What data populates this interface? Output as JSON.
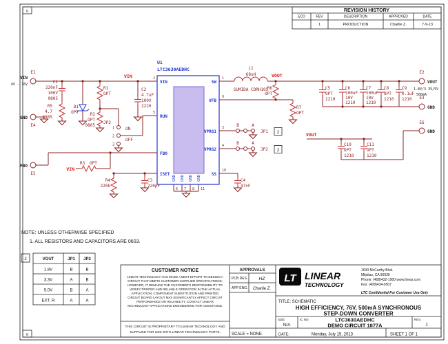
{
  "frame": {
    "zone_tl": "6",
    "zone_bl": "6"
  },
  "revision": {
    "title": "REVISION HISTORY",
    "col_eco": "ECO",
    "col_rev": "REV",
    "col_desc": "DESCRIPTION",
    "col_appr": "APPROVED",
    "col_date": "DATE",
    "row_rev": "1",
    "row_desc": "PRODUCTION",
    "row_appr": "Charlie Z.",
    "row_date": "7-9-13"
  },
  "nets": {
    "vin_top": "VIN",
    "vin_r3": "VIN",
    "vout_rail": "VOUT",
    "vout_c10": "VOUT"
  },
  "connectors": {
    "e1_ref": "E1",
    "e1_name": "VIN",
    "e1_sub": "4V - 76V",
    "e4_ref": "E4",
    "e4_name": "GND",
    "e5_ref": "E5",
    "e5_name": "FBO",
    "e2_ref": "E2",
    "e2_name": "VOUT",
    "e2_sub1": "1.8V/3.3V/5V",
    "e2_sub2": "500mA",
    "e3_ref": "E3",
    "e3_name": "GND",
    "e6_ref": "E6",
    "e6_name": "GND"
  },
  "u1": {
    "ref": "U1",
    "part": "LTC3630AEDHC",
    "pin_vin": "VIN",
    "pin_run": "RUN",
    "pin_fbo": "FBO",
    "pin_iset": "ISET",
    "pin_sw": "SW",
    "pin_vfb": "VFB",
    "pin_vprg1": "VPRG1",
    "pin_vprg2": "VPRG2",
    "pin_ss": "SS",
    "pin_gnd": "GND",
    "num_vin": "2",
    "num_run": "5",
    "num_sw": "1",
    "num_vfb": "9",
    "num_vprg1": "3",
    "num_vprg2": "4",
    "num_ss": "10",
    "num_gnd1": "6",
    "num_gnd2": "7",
    "num_gnd3": "8",
    "num_gnd4": "11"
  },
  "comp": {
    "c1_ref": "C1",
    "c1_val": "220nF",
    "c1_v": "100V",
    "c1_size": "0805",
    "r5_ref": "R5",
    "r5_val": "4.7",
    "r5_size": "0805",
    "d1_ref": "D1",
    "d1_val": "OPT",
    "r1_ref": "R1",
    "r1_val": "OPT",
    "r2_ref": "R2",
    "r2_val": "OPT",
    "r2_size": "0805",
    "c2_ref": "C2",
    "c2_val": "4.7uF",
    "c2_v": "100V",
    "c2_size": "2220",
    "jp3_ref": "JP3",
    "jp3_p1": "1",
    "jp3_p2": "2",
    "jp3_p3": "3",
    "jp3_on": "ON",
    "jp3_off": "OFF",
    "r3_ref": "R3",
    "r3_val": "OPT",
    "r4_ref": "R4",
    "r4_val": "220k",
    "c3_ref": "C3",
    "c3_val": "220pF",
    "c4_ref": "C4",
    "c4_val": "47nF",
    "l1_ref": "L1",
    "l1_val": "68uH",
    "l1_mfr": "SUMIDA CDRH105",
    "r6_ref": "R6",
    "r6_val": "OPT",
    "r7_ref": "R7",
    "r7_val": "OPT",
    "c5_ref": "C5",
    "c5_val": "OPT",
    "c5_size": "1210",
    "c6_ref": "C6",
    "c6_val": "100uF",
    "c6_v": "10V",
    "c6_size": "1210",
    "c7_ref": "C7",
    "c7_val": "100uF",
    "c7_v": "10V",
    "c7_size": "1210",
    "c8_ref": "C8",
    "c8_val": "OPT",
    "c8_size": "1210",
    "c9_ref": "C9",
    "c9_val": "0.1uF",
    "c9_size": "1210",
    "c10_ref": "C10",
    "c10_val": "OPT",
    "c10_size": "1210",
    "c11_ref": "C11",
    "c11_val": "OPT",
    "c11_size": "1210",
    "jp1_ref": "JP1",
    "jp1_b": "B",
    "jp1_a": "A",
    "jp1_note": "2",
    "jp2_ref": "JP2",
    "jp2_b": "B",
    "jp2_a": "A",
    "jp2_note": "2"
  },
  "notes": {
    "title": "NOTE: UNLESS OTHERWISE SPECIFIED",
    "line1": "1.  ALL RESISTORS AND CAPACITORS ARE 0603."
  },
  "jumper_table": {
    "note": "2",
    "h0": "VOUT",
    "h1": "JP1",
    "h2": "JP2",
    "rows": [
      [
        "1.8V",
        "B",
        "B"
      ],
      [
        "3.3V",
        "A",
        "B"
      ],
      [
        "5.0V",
        "B",
        "A"
      ],
      [
        "EXT. R",
        "A",
        "A"
      ]
    ]
  },
  "title_block": {
    "notice_title": "CUSTOMER NOTICE",
    "notice_lines": [
      "LINEAR TECHNOLOGY HAS MADE A BEST EFFORT TO DESIGN A",
      "CIRCUIT THAT MEETS CUSTOMER-SUPPLIED SPECIFICATIONS;",
      "HOWEVER, IT REMAINS THE CUSTOMER'S RESPONSIBILITY TO",
      "VERIFY PROPER AND RELIABLE OPERATION IN THE ACTUAL",
      "APPLICATION.  COMPONENT SUBSTITUTION AND PRINTED",
      "CIRCUIT BOARD LAYOUT MAY SIGNIFICANTLY AFFECT CIRCUIT",
      "PERFORMANCE OR RELIABILITY.  CONTACT LINEAR",
      "TECHNOLOGY APPLICATIONS ENGINEERING FOR ASSISTANCE."
    ],
    "prop1": "THIS CIRCUIT IS PROPRIETARY TO LINEAR TECHNOLOGY AND",
    "prop2": "SUPPLIED FOR USE WITH LINEAR TECHNOLOGY PARTS.",
    "approvals": "APPROVALS",
    "pcb_des_label": "PCB DES.",
    "pcb_des": "HZ",
    "app_eng_label": "APP ENG.",
    "app_eng": "Charlie Z.",
    "scale": "SCALE = NONE",
    "logo_mark": "LT",
    "logo1": "LINEAR",
    "logo2": "TECHNOLOGY",
    "addr1": "1630 McCarthy Blvd.",
    "addr2": "Milpitas, CA 95035",
    "addr3": "Phone: (408)432-1900  www.linear.com",
    "addr4": "Fax: (408)434-0507",
    "confidential": "LTC Confidential-For Customer Use Only",
    "title_label": "TITLE:  SCHEMATIC",
    "title1": "HIGH EFFICIENCY, 76V, 500mA SYNCHRONOUS",
    "title2": "STEP-DOWN CONVERTER",
    "size_label": "SIZE",
    "size": "N/A",
    "icno_label": "IC NO.",
    "icno": "LTC3630AEDHC",
    "demo": "DEMO CIRCUIT 1877A",
    "rev_label": "REV.",
    "rev": "1",
    "date_label": "DATE:",
    "date": "Monday, July 15, 2013",
    "sheet": "SHEET   1   OF   1"
  }
}
